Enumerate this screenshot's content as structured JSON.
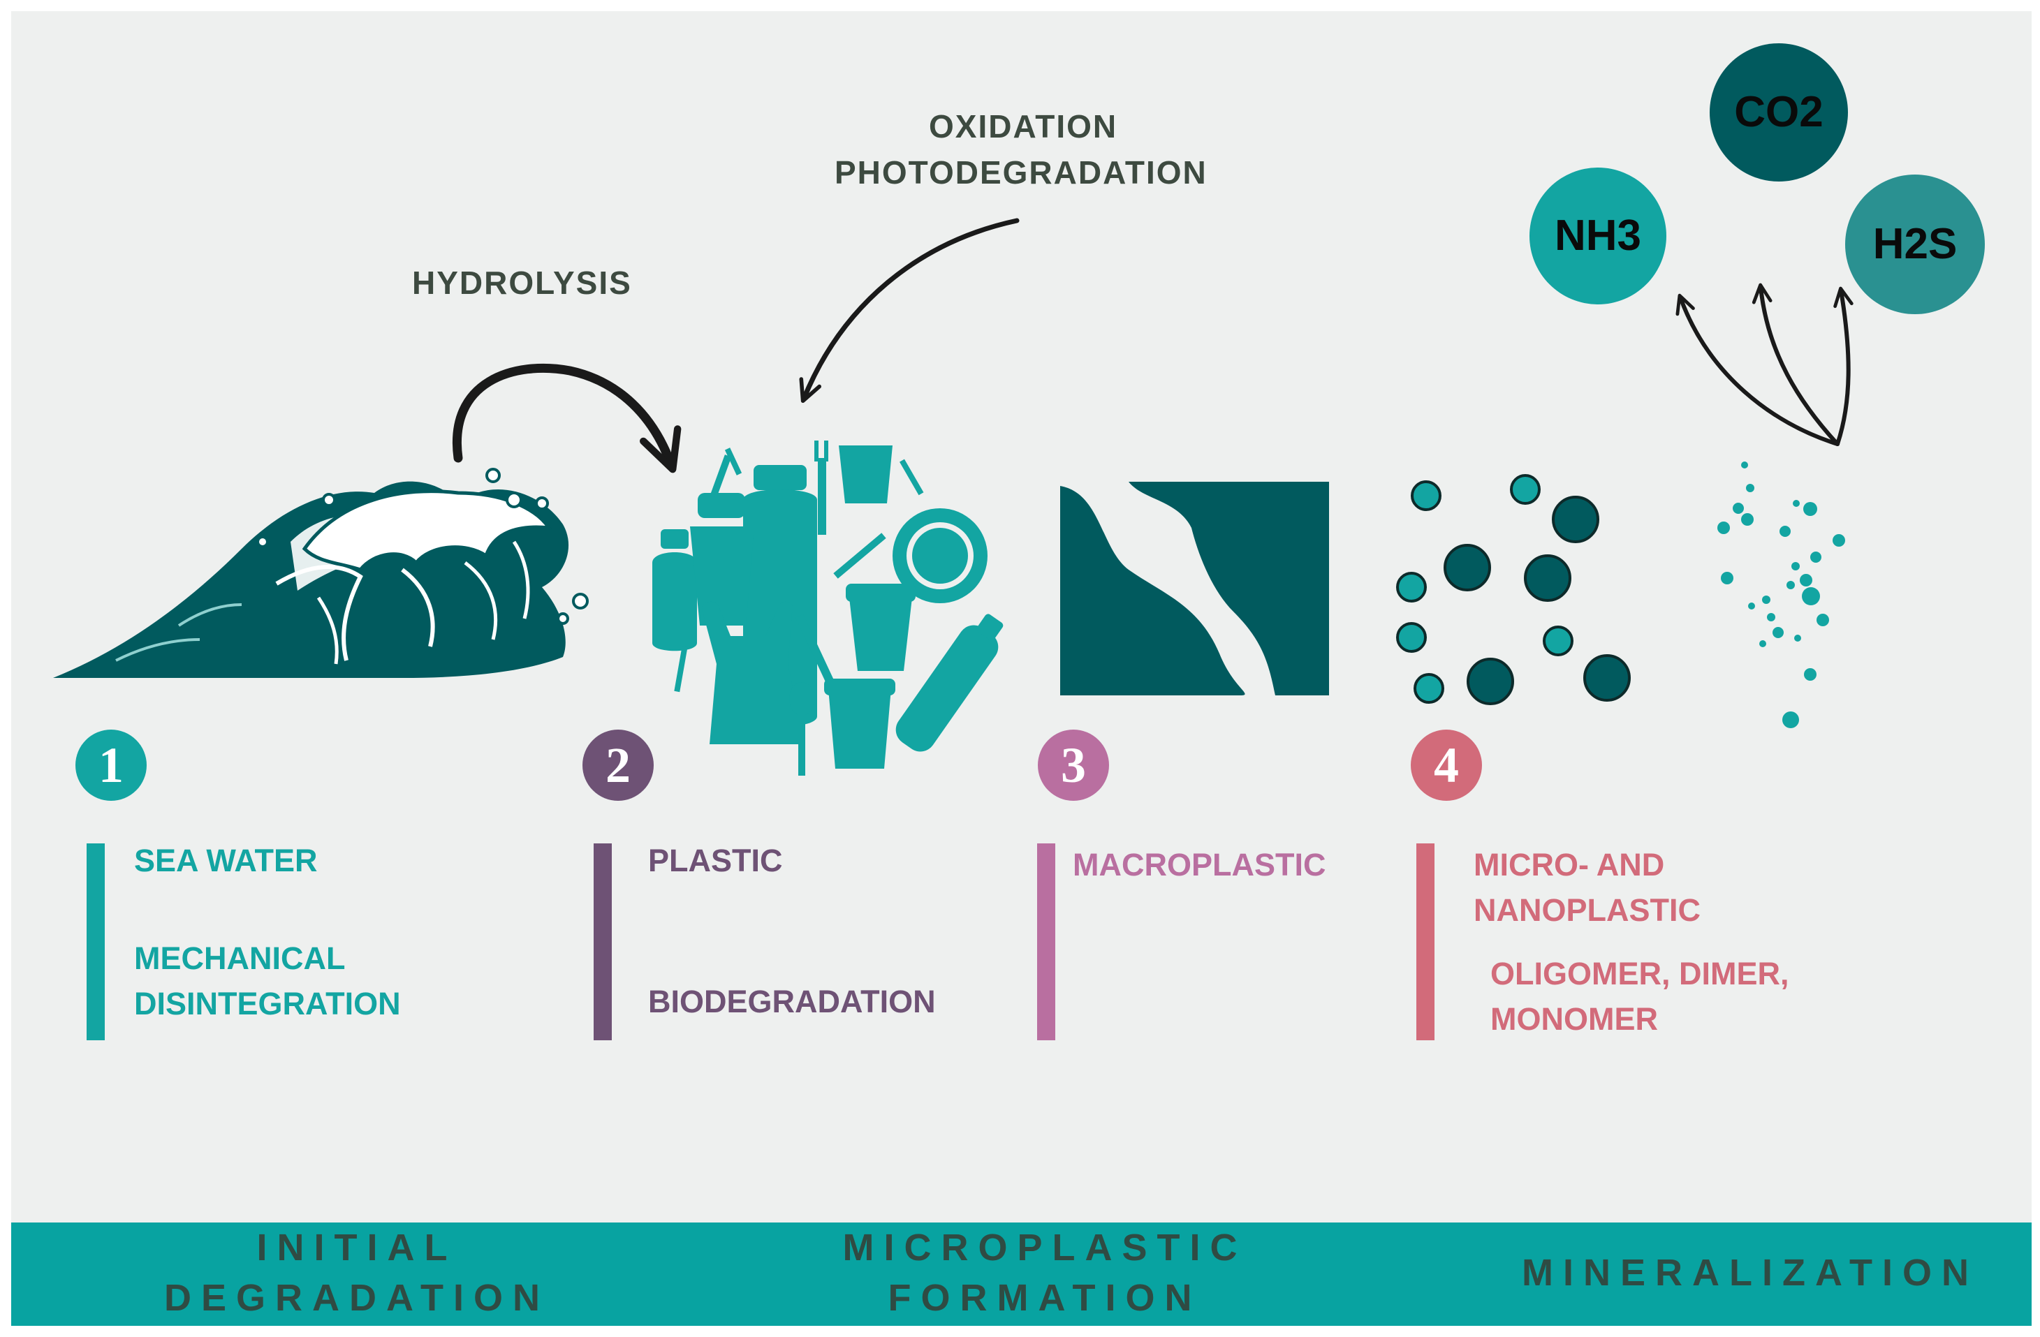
{
  "processes": {
    "hydrolysis": "HYDROLYSIS",
    "oxidation": "OXIDATION",
    "photodegradation": "PHOTODEGRADATION"
  },
  "gases": [
    "CO2",
    "NH3",
    "H2S"
  ],
  "stages": [
    {
      "number": "1",
      "color": "#13a5a2",
      "lines": [
        "SEA WATER",
        "MECHANICAL",
        "DISINTEGRATION"
      ]
    },
    {
      "number": "2",
      "color": "#6e5275",
      "lines": [
        "PLASTIC",
        "BIODEGRADATION"
      ]
    },
    {
      "number": "3",
      "color": "#b96fa0",
      "lines": [
        "MACROPLASTIC"
      ]
    },
    {
      "number": "4",
      "color": "#d26b7a",
      "lines": [
        "MICRO- AND",
        "NANOPLASTIC",
        "OLIGOMER, DIMER,",
        "MONOMER"
      ]
    }
  ],
  "phases": {
    "initial": [
      "INITIAL",
      "DEGRADATION"
    ],
    "micro": [
      "MICROPLASTIC",
      "FORMATION"
    ],
    "mineral": "MINERALIZATION"
  },
  "colors": {
    "background": "#eef0ef",
    "banner": "#08a3a1",
    "dark_teal": "#015a5e",
    "teal": "#13a5a2",
    "arrow": "#1a1a1a"
  },
  "icons": [
    "wave-icon",
    "plastic-waste-icon",
    "macroplastic-icon",
    "microplastic-particles-icon",
    "nanoplastic-particles-icon"
  ]
}
